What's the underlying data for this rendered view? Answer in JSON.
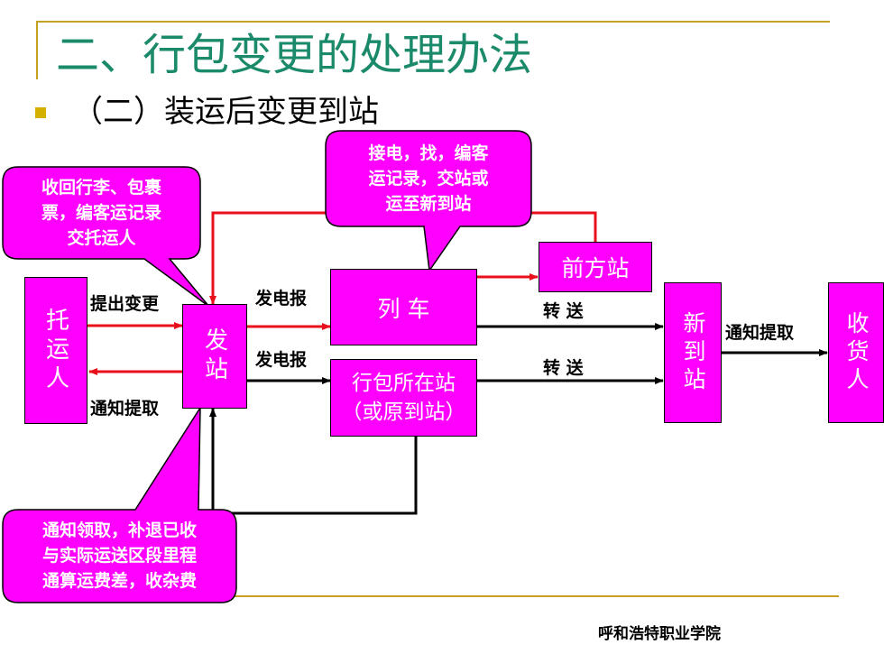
{
  "slide": {
    "title": "二、行包变更的处理办法",
    "bullet": "（二）装运后变更到站",
    "footer": "呼和浩特职业学院"
  },
  "nodes": {
    "shipper": "托运人",
    "origin_station": "发站",
    "train": "列 车",
    "parcel_station": "行包所在站\n（或原到站）",
    "front_station": "前方站",
    "new_station": "新到站",
    "consignee": "收货人"
  },
  "edges": {
    "request_change": "提出变更",
    "notify_pickup_left": "通知提取",
    "telegram_to_train": "发电报",
    "telegram_to_parcel": "发电报",
    "forward_from_train": "转 送",
    "forward_from_parcel": "转 送",
    "notify_pickup_right": "通知提取"
  },
  "callouts": {
    "origin_station_top": "收回行李、包裹\n票，编客运记录\n交托运人",
    "train_top": "接电，找，编客\n运记录，交站或\n运至新到站",
    "origin_station_bottom": "通知领取，补退已收\n与实际运送区段里程\n通算运费差，收杂费"
  },
  "colors": {
    "box_fill": "#ff00ff",
    "accent_line": "#c8a020",
    "bullet": "#d4b000",
    "red_arrow": "#e8101a",
    "black_arrow": "#000000"
  }
}
